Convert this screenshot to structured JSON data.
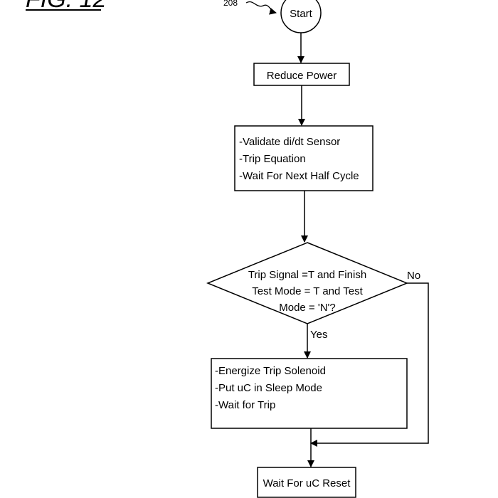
{
  "figure": {
    "label": "FIG. 12",
    "ref_numeral": "208"
  },
  "nodes": {
    "start": "Start",
    "reduce_power": "Reduce Power",
    "validate_block": [
      "-Validate di/dt Sensor",
      "-Trip Equation",
      "-Wait For Next Half Cycle"
    ],
    "decision": [
      "Trip Signal =T and Finish",
      "Test Mode = T and Test",
      "Mode = 'N'?"
    ],
    "energize_block": [
      "-Energize Trip Solenoid",
      "-Put uC in Sleep Mode",
      "-Wait for Trip"
    ],
    "wait_reset": "Wait For uC Reset"
  },
  "edges": {
    "yes_label": "Yes",
    "no_label": "No"
  }
}
